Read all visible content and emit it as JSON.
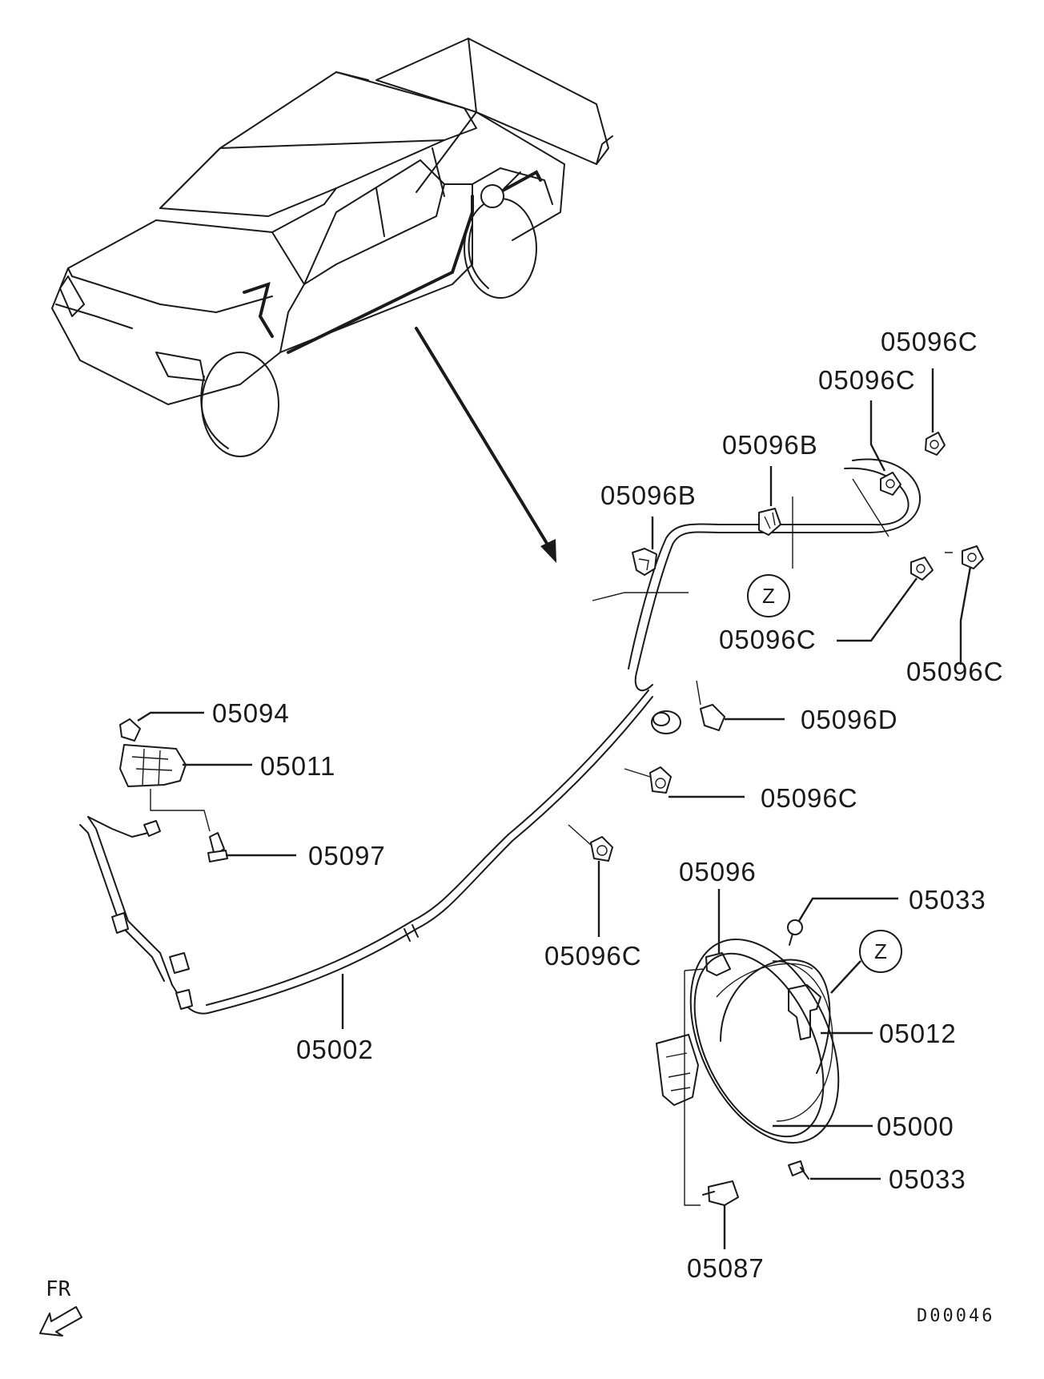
{
  "labels": {
    "c1": "05096C",
    "c2": "05096C",
    "b1": "05096B",
    "b2": "05096B",
    "c3": "05096C",
    "c4": "05096C",
    "d": "05096D",
    "c5": "05096C",
    "p05094": "05094",
    "p05011": "05011",
    "p05097": "05097",
    "c6": "05096C",
    "p05096": "05096",
    "p05033a": "05033",
    "p05012": "05012",
    "p05000": "05000",
    "p05033b": "05033",
    "p05002": "05002",
    "p05087": "05087"
  },
  "callouts": {
    "z1": "Z",
    "z2": "Z"
  },
  "orientation": "FR",
  "drawing_ref": "D00046"
}
